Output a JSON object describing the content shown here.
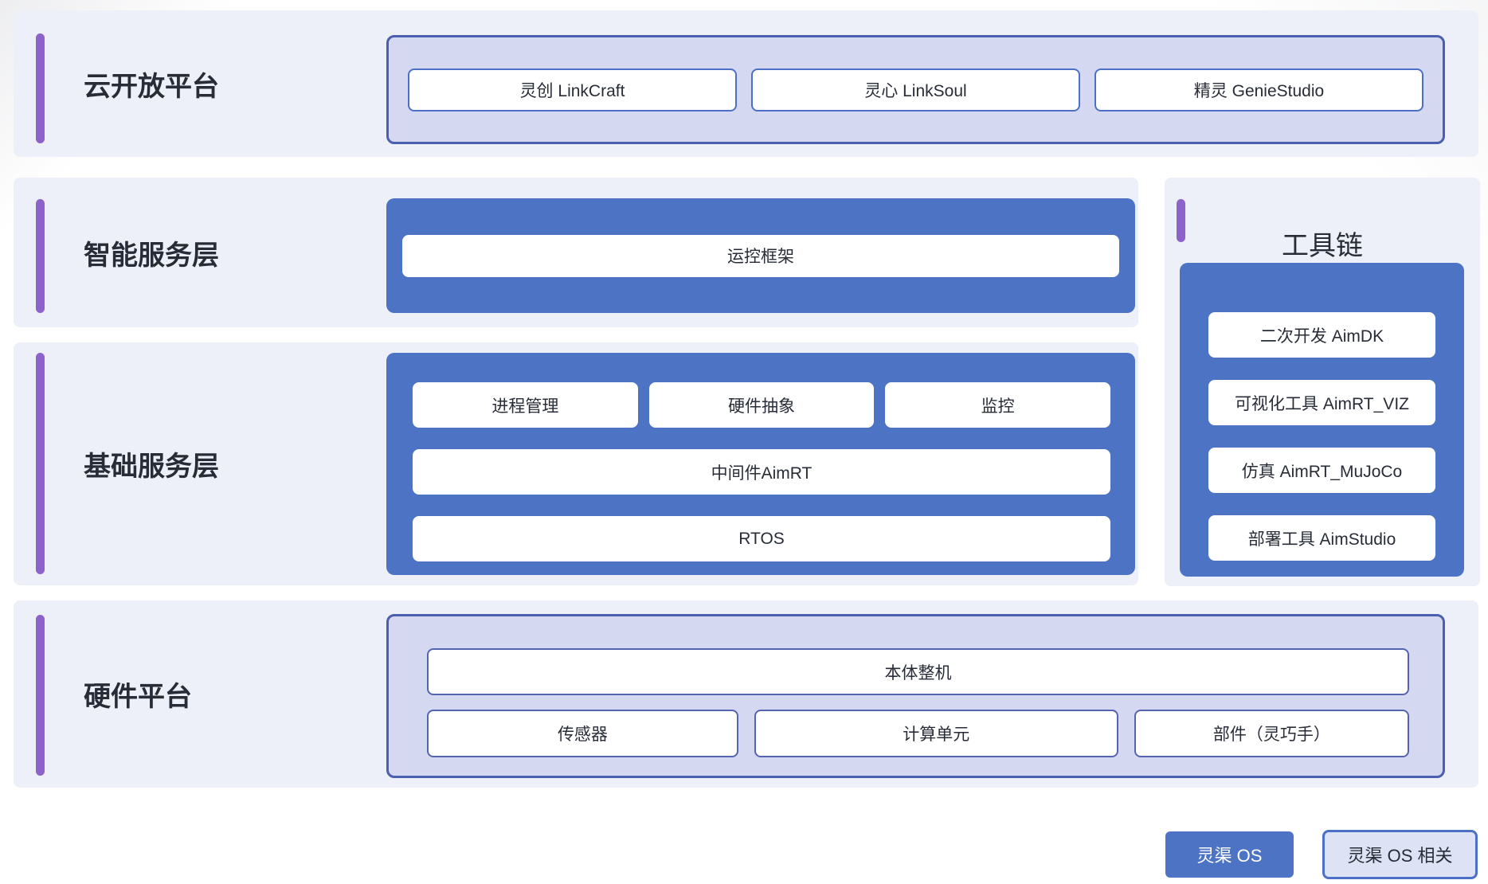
{
  "colors": {
    "accent_blue": "#4d73c4",
    "lavender_fill": "#d4d8f0",
    "lavender_border": "#4a5fae",
    "box_border_blue": "#4c70c5",
    "box_border_indigo": "#5464af",
    "purple_accent": "#8d63cb",
    "section_bg": "#edf0f8",
    "secondary_button_fill": "#dde2f5",
    "text_dark": "#272c37"
  },
  "sections": {
    "cloud": {
      "title": "云开放平台",
      "items": [
        "灵创 LinkCraft",
        "灵心 LinkSoul",
        "精灵 GenieStudio"
      ]
    },
    "intelligent": {
      "title": "智能服务层",
      "items": [
        "运控框架"
      ]
    },
    "foundation": {
      "title": "基础服务层",
      "row1": [
        "进程管理",
        "硬件抽象",
        "监控"
      ],
      "row2": "中间件AimRT",
      "row3": "RTOS"
    },
    "toolchain": {
      "title": "工具链",
      "items": [
        "二次开发 AimDK",
        "可视化工具 AimRT_VIZ",
        "仿真 AimRT_MuJoCo",
        "部署工具 AimStudio"
      ]
    },
    "hardware": {
      "title": "硬件平台",
      "row1": "本体整机",
      "row2": [
        "传感器",
        "计算单元",
        "部件（灵巧手）"
      ]
    }
  },
  "legend": {
    "primary": "灵渠 OS",
    "secondary": "灵渠 OS 相关"
  }
}
